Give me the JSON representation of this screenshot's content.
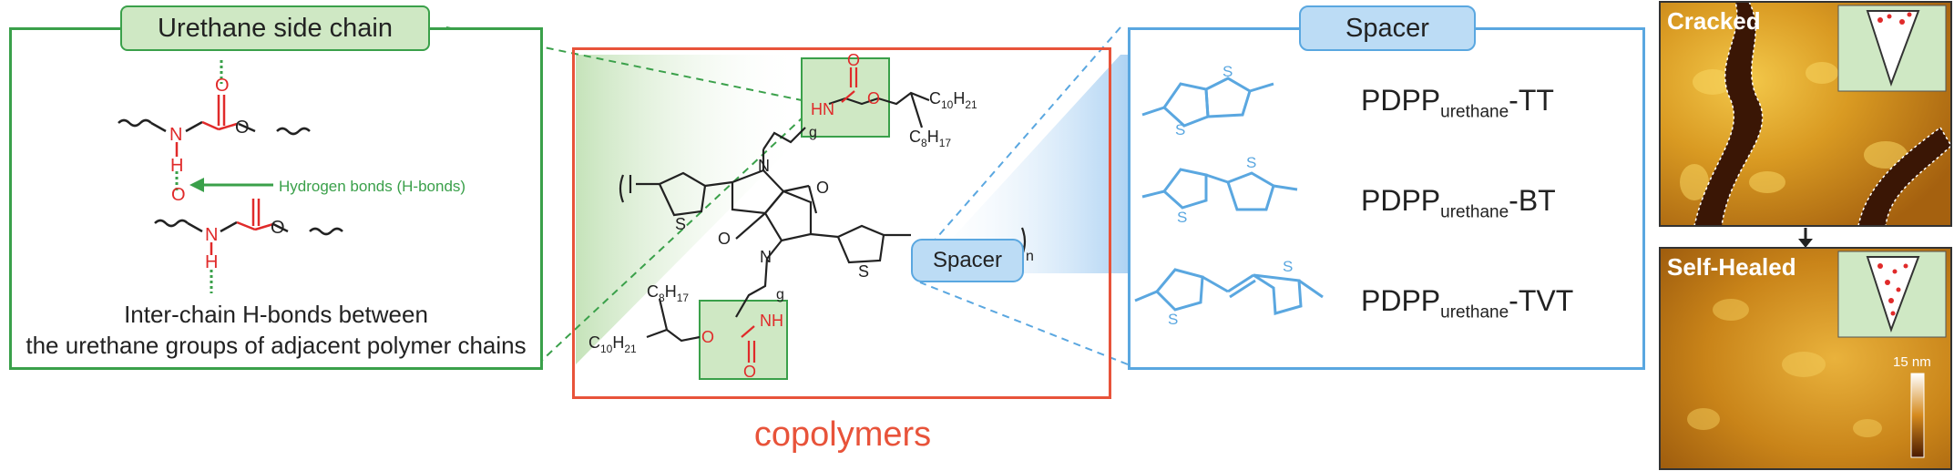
{
  "left_panel": {
    "title": "Urethane side chain",
    "hbond_label": "Hydrogen bonds (H-bonds)",
    "atoms": {
      "N": "N",
      "H": "H",
      "O": "O"
    },
    "caption_line1": "Inter-chain H-bonds between",
    "caption_line2": "the urethane groups of adjacent polymer chains"
  },
  "center_panel": {
    "spacer_label": "Spacer",
    "caption": "copolymers",
    "atoms": {
      "HN": "HN",
      "NH": "NH",
      "O": "O",
      "N": "N",
      "S": "S",
      "n": "n"
    },
    "top_chain": {
      "c10": "C",
      "c10_sub": "10",
      "c10_h": "H",
      "c10_hsub": "21",
      "c8": "C",
      "c8_sub": "8",
      "c8_h": "H",
      "c8_hsub": "17",
      "g": "g"
    },
    "bottom_chain": {
      "c8": "C",
      "c8_sub": "8",
      "c8_h": "H",
      "c8_hsub": "17",
      "c10": "C",
      "c10_sub": "10",
      "c10_h": "H",
      "c10_hsub": "21",
      "g": "g"
    }
  },
  "spacer_panel": {
    "title": "Spacer",
    "sulfur": "S",
    "polymers": [
      {
        "base": "PDPP",
        "sub": "urethane",
        "suffix": "-TT"
      },
      {
        "base": "PDPP",
        "sub": "urethane",
        "suffix": "-BT"
      },
      {
        "base": "PDPP",
        "sub": "urethane",
        "suffix": "-TVT"
      }
    ]
  },
  "afm": {
    "cracked_label": "Cracked",
    "healed_label": "Self-Healed",
    "scale_label": "15 nm"
  },
  "colors": {
    "green": "#3aa04a",
    "green_fill": "#cfe8c4",
    "red": "#e8533a",
    "blue": "#5aa7e0",
    "blue_fill": "#bcdcf5",
    "bond_red": "#e02a2a"
  }
}
